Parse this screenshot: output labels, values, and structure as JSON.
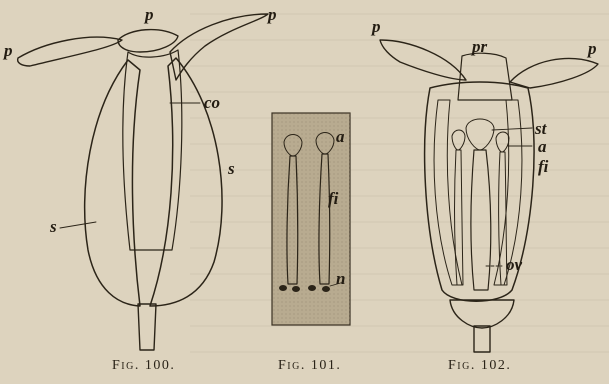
{
  "figures": [
    {
      "caption": "Fig. 100.",
      "labels": {
        "petal_left": "p",
        "petal_center": "p",
        "petal_right": "p",
        "corolla": "co",
        "sepal_right": "s",
        "sepal_left": "s"
      }
    },
    {
      "caption": "Fig. 101.",
      "labels": {
        "anther": "a",
        "filament": "fi",
        "nectary": "n"
      }
    },
    {
      "caption": "Fig. 102.",
      "labels": {
        "petal_left": "p",
        "petal_center": "pr",
        "petal_right": "p",
        "stigma": "st",
        "anther": "a",
        "filament": "fi",
        "ovary": "ov"
      }
    }
  ],
  "colors": {
    "paper": "#ddd3be",
    "ink": "#2b2418",
    "shade": "#8a7d66"
  }
}
